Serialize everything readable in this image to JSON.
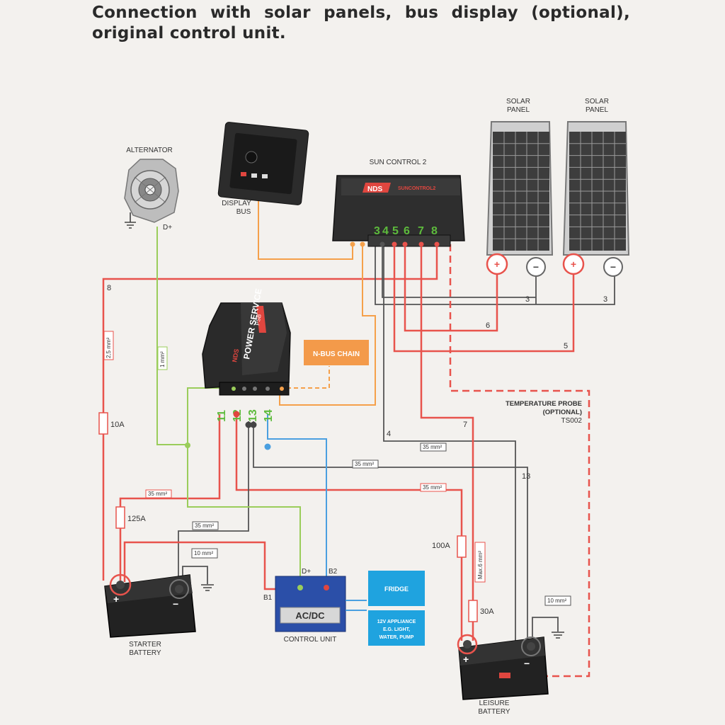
{
  "title": "Connection with solar panels, bus display (optional), original control unit.",
  "components": {
    "alternator": "ALTERNATOR",
    "alternator_terminal": "D+",
    "display_bus": [
      "DISPLAY",
      "BUS"
    ],
    "sun_control": "SUN CONTROL 2",
    "sun_control_brand": "NDS",
    "sun_control_model": "SUNCONTROL2",
    "solar_panel_1": [
      "SOLAR",
      "PANEL"
    ],
    "solar_panel_2": [
      "SOLAR",
      "PANEL"
    ],
    "power_service": "POWER SERVICE",
    "power_service_model": "PSB",
    "power_service_brand": "NDS",
    "nbus_chain": "N-BUS CHAIN",
    "temperature_probe": [
      "TEMPERATURE PROBE",
      "(OPTIONAL)",
      "TS002"
    ],
    "starter_battery": [
      "STARTER",
      "BATTERY"
    ],
    "leisure_battery": [
      "LEISURE",
      "BATTERY"
    ],
    "control_unit": "CONTROL UNIT",
    "control_unit_box": "AC/DC",
    "control_unit_terminals": [
      "D+",
      "B2",
      "B1"
    ],
    "fridge": "FRIDGE",
    "appliance": [
      "12V APPLIANCE",
      "E.G. LIGHT,",
      "WATER, PUMP"
    ]
  },
  "sun_control_terminals": [
    "3",
    "4",
    "5",
    "6",
    "7",
    "8"
  ],
  "power_service_terminals": [
    "11",
    "12",
    "13",
    "14"
  ],
  "wire_numbers": [
    "8",
    "3",
    "3",
    "6",
    "5",
    "4",
    "7",
    "13"
  ],
  "cable_sizes": {
    "s25": "2,5 mm²",
    "s1": "1 mm²",
    "s35a": "35 mm²",
    "s35b": "35 mm²",
    "s35c": "35 mm²",
    "s35d": "35 mm²",
    "s35e": "35 mm²",
    "s10a": "10 mm²",
    "s10b": "10 mm²",
    "max6": "Max.6 mm²"
  },
  "fuses": [
    "10A",
    "125A",
    "100A",
    "30A"
  ],
  "polarity": {
    "plus": "+",
    "minus": "−"
  }
}
